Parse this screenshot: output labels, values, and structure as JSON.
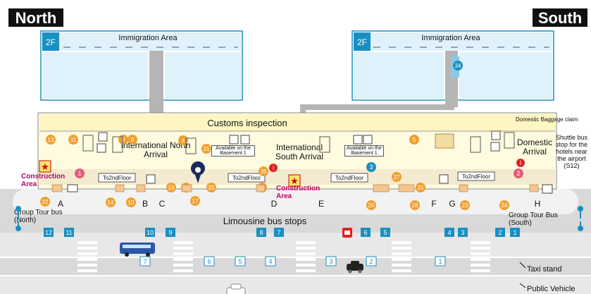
{
  "header": {
    "north": "North",
    "south": "South"
  },
  "floor2": {
    "level": "2F",
    "north_area": "Immigration Area",
    "south_area": "Immigration Area",
    "south_marker": "34"
  },
  "hall": {
    "customs": "Customs inspection",
    "baggage_claim": "Domestic Baggage claim",
    "north_arrival": "International North Arrival",
    "south_arrival": "International South Arrival",
    "domestic_arrival": "Domestic Arrival",
    "basement_note": "Available on the Basement 1",
    "to_2nd_floor": "To2ndFloor",
    "construction_area": "Construction Area",
    "info_numbers": [
      "1",
      "2",
      "3"
    ],
    "orange_numbers": [
      "13",
      "11",
      "9",
      "8",
      "4",
      "5",
      "31",
      "26",
      "14",
      "10",
      "19",
      "18",
      "17",
      "25",
      "21",
      "35",
      "27",
      "25",
      "20",
      "28",
      "23",
      "24",
      "22"
    ],
    "gate_letters": [
      "A",
      "B",
      "C",
      "D",
      "E",
      "F",
      "G",
      "H"
    ]
  },
  "road": {
    "limousine": "Limousine bus stops",
    "group_tour_north": "Group Tour bus (North)",
    "group_tour_south": "Group Tour Bus (South)",
    "shuttle": "Shuttle bus stop for the hotels near the airport (S12)",
    "taxi": "Taxi stand",
    "public_vehicle": "Public Vehicle",
    "stops_row1": [
      "12",
      "11",
      "10",
      "9",
      "8",
      "7",
      "6",
      "5",
      "4",
      "3",
      "2",
      "1"
    ],
    "stops_row2": [
      "7",
      "6",
      "5",
      "4",
      "3",
      "2",
      "1"
    ]
  },
  "colors": {
    "accent_blue": "#1a8fc1",
    "orange": "#f0a030",
    "red_circle": "#e85a7a",
    "construction": "#e0007a",
    "ground": "#d9d9d9",
    "hall": "#fffbe0"
  },
  "icons": [
    "star-icon",
    "location-pin-icon",
    "info-icon",
    "elevator-icon",
    "escalator-icon",
    "stairs-icon",
    "restroom-icon",
    "phone-icon",
    "bus-icon",
    "taxi-icon",
    "car-icon"
  ]
}
